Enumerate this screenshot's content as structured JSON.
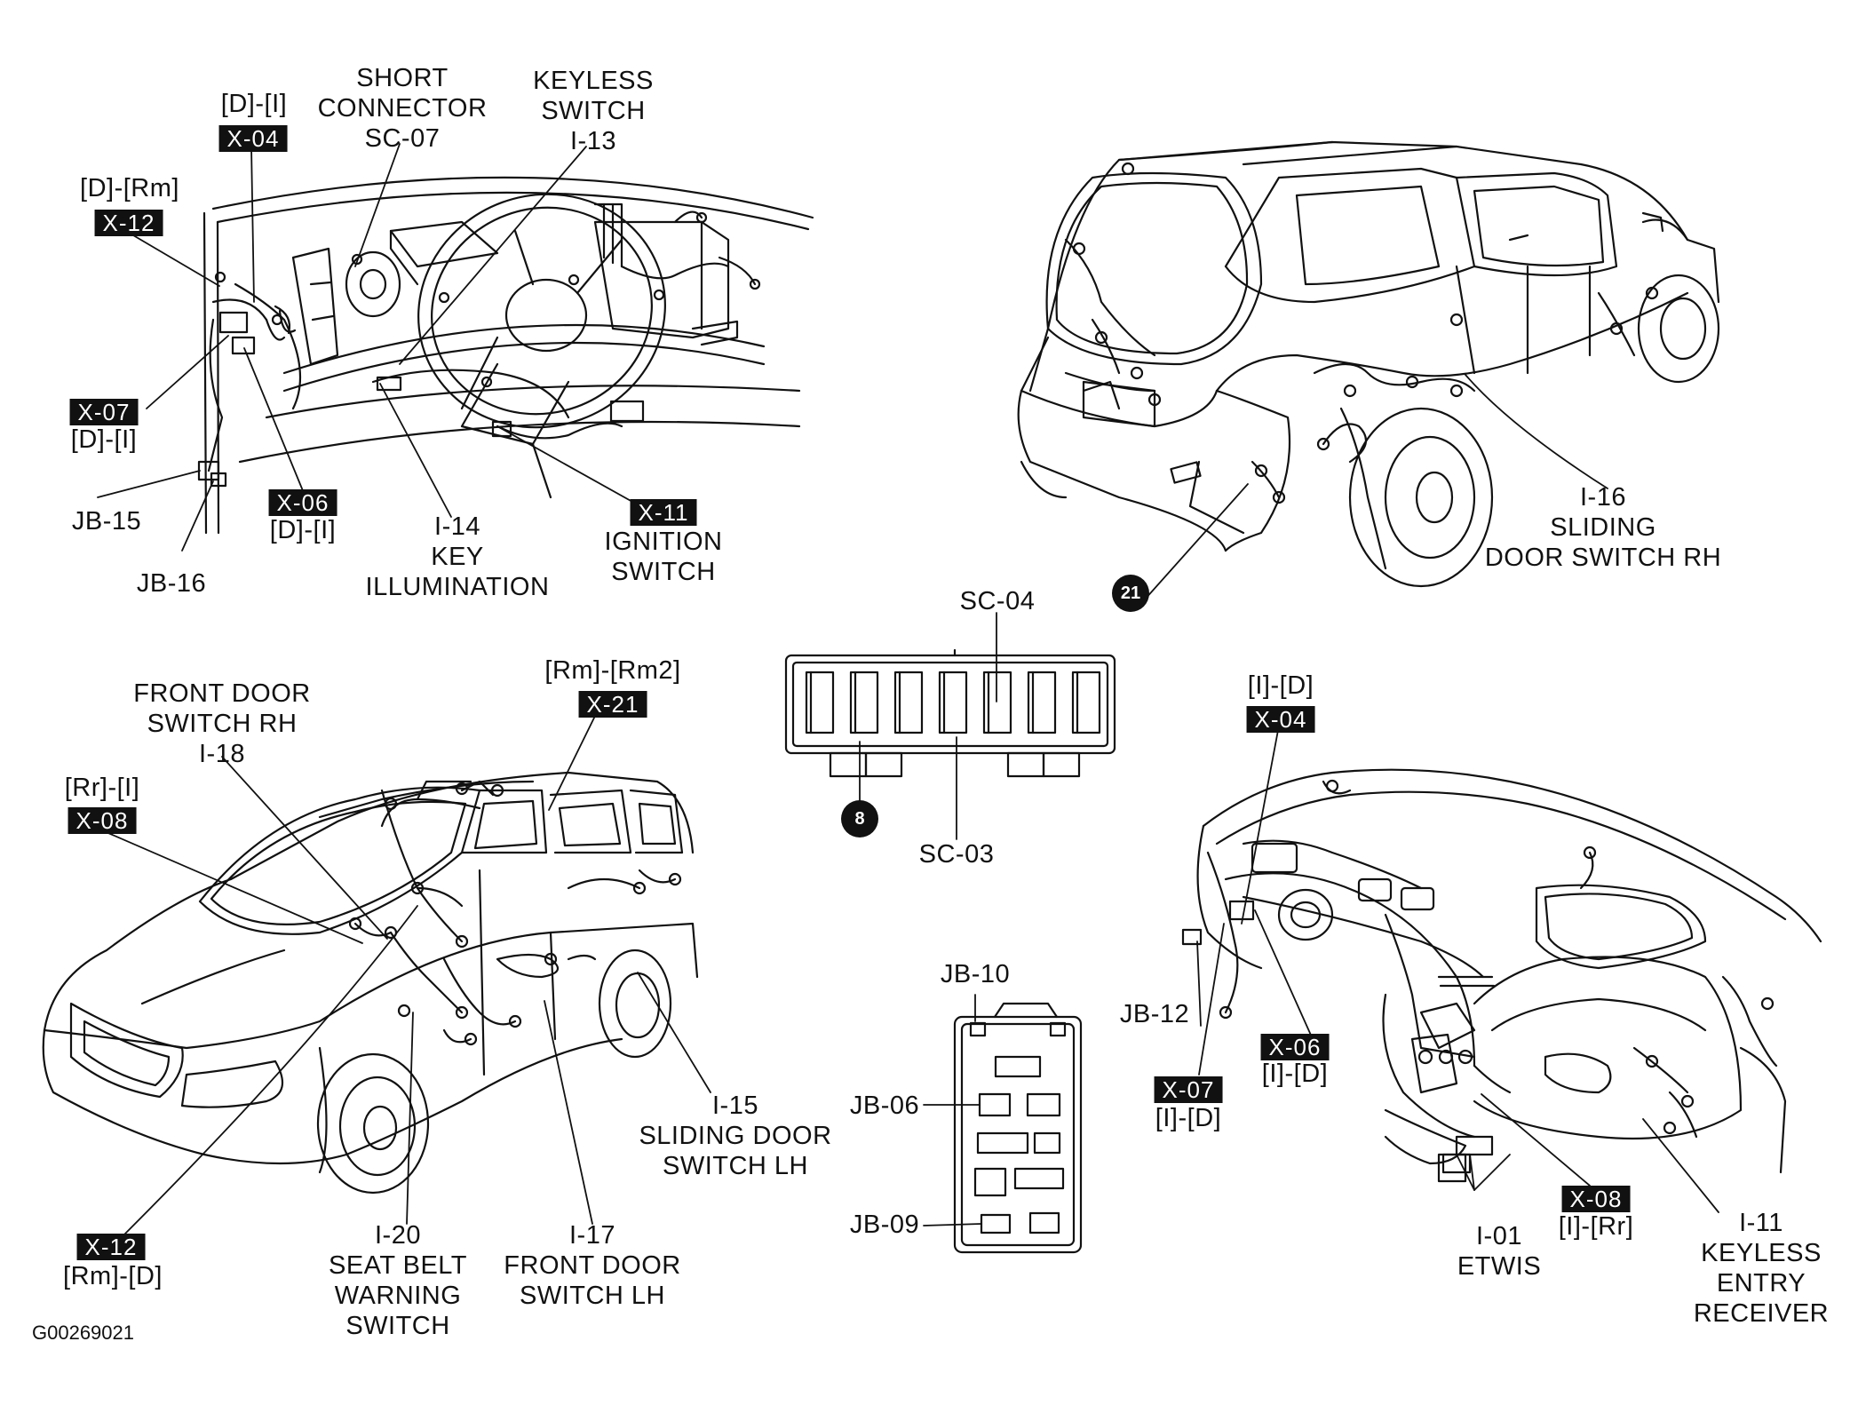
{
  "figure_id": "G00269021",
  "labels": {
    "x04_top_side": "[D]-[I]",
    "short_connector": [
      "SHORT",
      "CONNECTOR",
      "SC-07"
    ],
    "keyless_switch": [
      "KEYLESS",
      "SWITCH",
      "I-13"
    ],
    "x12_top_side": "[D]-[Rm]",
    "x07_top_side": "[D]-[I]",
    "jb15": "JB-15",
    "jb16": "JB-16",
    "x06_top_side": "[D]-[I]",
    "key_illumination": [
      "I-14",
      "KEY",
      "ILLUMINATION"
    ],
    "ignition_switch": [
      "IGNITION",
      "SWITCH"
    ],
    "sliding_door_rh": [
      "I-16",
      "SLIDING",
      "DOOR SWITCH RH"
    ],
    "sc04": "SC-04",
    "sc03": "SC-03",
    "front_door_rh": [
      "FRONT DOOR",
      "SWITCH RH",
      "I-18"
    ],
    "x08_left_side": "[Rr]-[I]",
    "x21_side": "[Rm]-[Rm2]",
    "sliding_door_lh": [
      "I-15",
      "SLIDING DOOR",
      "SWITCH LH"
    ],
    "x12_bottom_side": "[Rm]-[D]",
    "seat_belt": [
      "I-20",
      "SEAT BELT",
      "WARNING",
      "SWITCH"
    ],
    "front_door_lh": [
      "I-17",
      "FRONT DOOR",
      "SWITCH LH"
    ],
    "jb10": "JB-10",
    "jb06": "JB-06",
    "jb09": "JB-09",
    "x04_right_side": "[I]-[D]",
    "jb12": "JB-12",
    "x06_right_side": "[I]-[D]",
    "x07_right_side": "[I]-[D]",
    "x08_right_side": "[I]-[Rr]",
    "etwis": [
      "I-01",
      "ETWIS"
    ],
    "keyless_receiver": [
      "I-11",
      "KEYLESS",
      "ENTRY",
      "RECEIVER"
    ]
  },
  "codes": {
    "x04_top": "X-04",
    "x12_top": "X-12",
    "x07_top": "X-07",
    "x06_top": "X-06",
    "x11": "X-11",
    "x08_left": "X-08",
    "x21": "X-21",
    "x12_bottom": "X-12",
    "x04_right": "X-04",
    "x06_right": "X-06",
    "x07_right": "X-07",
    "x08_right": "X-08"
  },
  "markers": {
    "dot_21": "21",
    "dot_8": "8"
  }
}
